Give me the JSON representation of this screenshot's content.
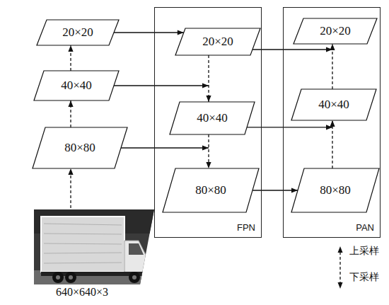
{
  "diagram": {
    "nodes": [
      {
        "text": [
          "20×20"
        ]
      },
      {
        "text": [
          "40×40"
        ]
      },
      {
        "text": [
          "80×80"
        ]
      },
      {
        "text": [
          "FPN"
        ]
      },
      {
        "text": [
          "20×20"
        ],
        "in": 3
      },
      {
        "text": [
          "40×40"
        ],
        "in": 3
      },
      {
        "text": [
          "80×80"
        ],
        "in": 3
      },
      {
        "text": [
          "PAN"
        ]
      },
      {
        "text": [
          "20×20"
        ],
        "in": 7
      },
      {
        "text": [
          "40×40"
        ],
        "in": 7
      },
      {
        "text": [
          "80×80"
        ],
        "in": 7
      },
      {
        "text": [
          "640×640×3"
        ]
      }
    ],
    "edges": [
      {
        "from": 11,
        "to": 2,
        "arrow": "to"
      },
      {
        "from": 2,
        "to": 1,
        "arrow": "to"
      },
      {
        "from": 1,
        "to": 0,
        "arrow": "to"
      },
      {
        "from": 0,
        "to": 4,
        "arrow": "to"
      },
      {
        "from": 1,
        "to": 5,
        "arrow": "to"
      },
      {
        "from": 2,
        "to": 6,
        "arrow": "to"
      },
      {
        "from": 4,
        "to": 5,
        "arrow": "to"
      },
      {
        "from": 5,
        "to": 6,
        "arrow": "to"
      },
      {
        "from": 4,
        "to": 8,
        "arrow": "to"
      },
      {
        "from": 5,
        "to": 9,
        "arrow": "to"
      },
      {
        "from": 6,
        "to": 10,
        "arrow": "to"
      },
      {
        "from": 10,
        "to": 9,
        "arrow": "to"
      },
      {
        "from": 9,
        "to": 8,
        "arrow": "to"
      }
    ],
    "legend": [
      {
        "text": "上采样"
      },
      {
        "text": "下采样"
      }
    ]
  }
}
